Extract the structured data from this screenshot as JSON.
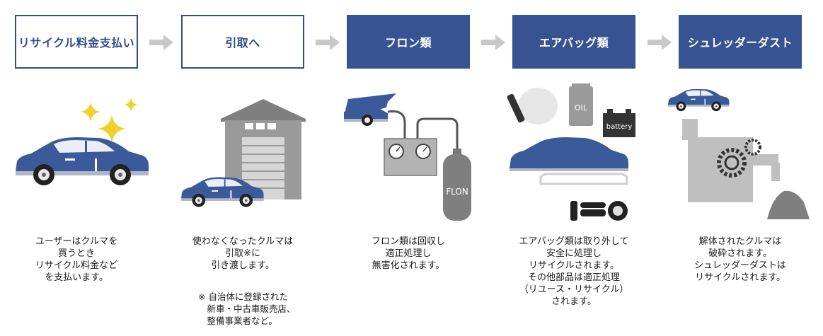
{
  "steps": [
    {
      "label": "リサイクル料金支払い",
      "style": "outline"
    },
    {
      "label": "引取へ",
      "style": "outline"
    },
    {
      "label": "フロン類",
      "style": "filled"
    },
    {
      "label": "エアバッグ類",
      "style": "filled"
    },
    {
      "label": "シュレッダーダスト",
      "style": "filled"
    }
  ],
  "descriptions": [
    "ユーザーはクルマを\n買うとき\nリサイクル料金など\nを支払います。",
    "使わなくなったクルマは\n引取※に\n引き渡します。",
    "フロン類は回収し\n適正処理し\n無害化されます。",
    "エアバッグ類は取り外して\n安全に処理し\nリサイクルされます。\nその他部品は適正処理\n（リユース・リサイクル）\nされます。",
    "解体されたクルマは\n破砕されます。\nシュレッダーダストは\nリサイクルされます。"
  ],
  "note": "※ 自治体に登録された\n新車・中古車販売店、\n整備事業者など。",
  "illustration_labels": {
    "flon": "FLON",
    "oil": "OIL",
    "battery": "battery"
  },
  "colors": {
    "navy": "#2e4d8b",
    "box_fill": "#375392",
    "arrow_gray": "#c8c8c8",
    "illustration_gray": "#8c8c8c",
    "light_gray": "#bfbfbf",
    "sparkle": "#f3cf2a"
  }
}
